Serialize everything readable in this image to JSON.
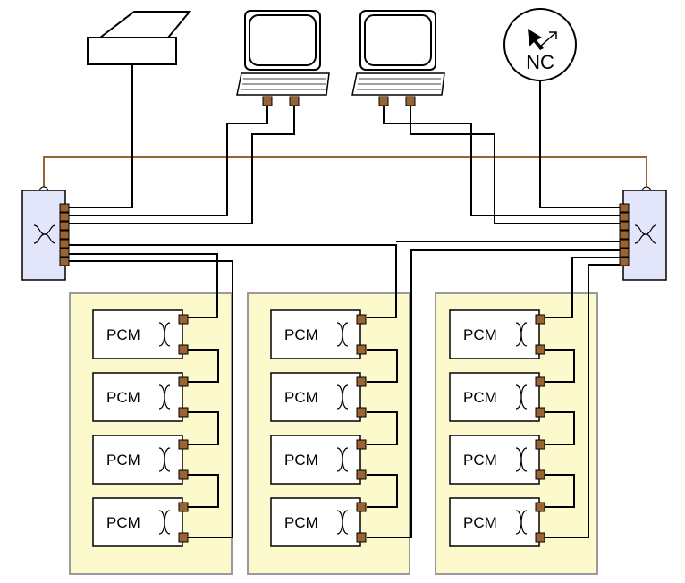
{
  "colors": {
    "rack_fill": "#fcfacc",
    "rack_stroke": "#9a9a9a",
    "switch_fill": "#e3e5fb",
    "port_fill": "#9a6332",
    "ring_line": "#9a6332",
    "wire": "#000000"
  },
  "devices": {
    "printer": {
      "icon": "printer-icon"
    },
    "workstations": [
      {
        "icon": "workstation-icon"
      },
      {
        "icon": "workstation-icon"
      }
    ],
    "network_controller": {
      "label": "NC",
      "icon": "network-controller-icon"
    },
    "switches": [
      {
        "icon": "switch-icon",
        "side": "left"
      },
      {
        "icon": "switch-icon",
        "side": "right"
      }
    ]
  },
  "racks": [
    {
      "modules": [
        {
          "label": "PCM"
        },
        {
          "label": "PCM"
        },
        {
          "label": "PCM"
        },
        {
          "label": "PCM"
        }
      ]
    },
    {
      "modules": [
        {
          "label": "PCM"
        },
        {
          "label": "PCM"
        },
        {
          "label": "PCM"
        },
        {
          "label": "PCM"
        }
      ]
    },
    {
      "modules": [
        {
          "label": "PCM"
        },
        {
          "label": "PCM"
        },
        {
          "label": "PCM"
        },
        {
          "label": "PCM"
        }
      ]
    }
  ]
}
